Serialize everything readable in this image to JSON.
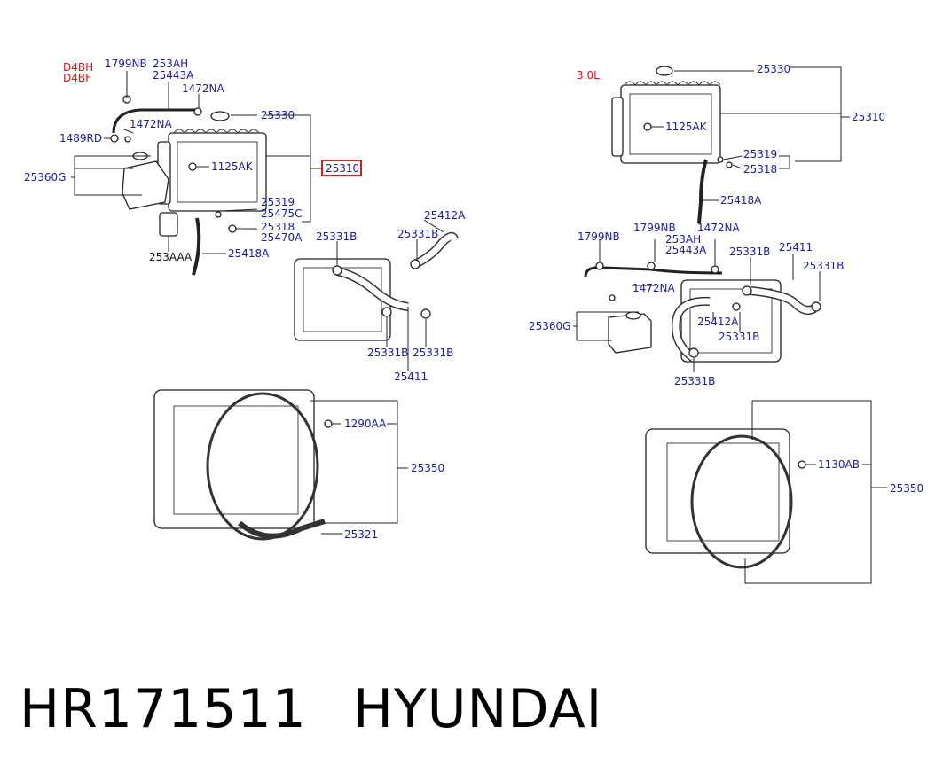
{
  "footer": {
    "part_number": "HR171511",
    "brand": "HYUNDAI"
  },
  "variants": {
    "left_1": "D4BH",
    "left_2": "D4BF",
    "right": "3.0L"
  },
  "labels": {
    "l_1799NB": "1799NB",
    "l_253AH": "253AH",
    "l_25443A": "25443A",
    "l_1472NA_a": "1472NA",
    "l_1472NA_b": "1472NA",
    "l_1489RD": "1489RD",
    "l_25330": "25330",
    "l_25310": "25310",
    "l_1125AK": "1125AK",
    "l_25360G": "25360G",
    "l_25319": "25319",
    "l_25475C": "25475C",
    "l_25318": "25318",
    "l_25470A": "25470A",
    "l_253AAA": "253AAA",
    "l_25418A": "25418A",
    "m_25412A": "25412A",
    "m_25331B_a": "25331B",
    "m_25331B_b": "25331B",
    "m_25331B_c": "25331B",
    "m_25331B_d": "25331B",
    "m_25411": "25411",
    "b_1290AA": "1290AA",
    "b_25350": "25350",
    "b_25321": "25321",
    "r_25330": "25330",
    "r_25310": "25310",
    "r_1125AK": "1125AK",
    "r_25319": "25319",
    "r_25318": "25318",
    "r_25418A": "25418A",
    "r_1799NB_a": "1799NB",
    "r_1799NB_b": "1799NB",
    "r_253AH": "253AH",
    "r_25443A": "25443A",
    "r_1472NA_a": "1472NA",
    "r_1472NA_b": "1472NA",
    "r_25331B_a": "25331B",
    "r_25331B_b": "25331B",
    "r_25331B_c": "25331B",
    "r_25331B_d": "25331B",
    "r_25411": "25411",
    "r_25412A": "25412A",
    "r_25360G": "25360G",
    "rb_1130AB": "1130AB",
    "rb_25350": "25350"
  },
  "colors": {
    "part_label": "#1a1aa6",
    "variant_label": "#e01010",
    "highlight": "#d02020"
  }
}
